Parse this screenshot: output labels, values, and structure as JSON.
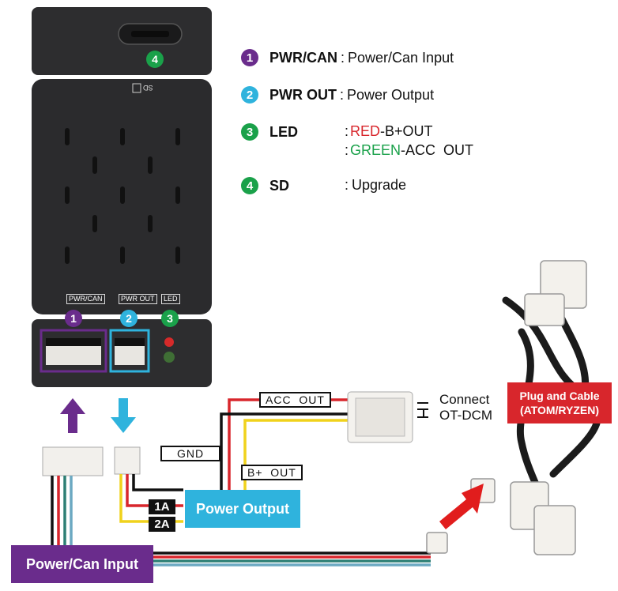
{
  "legend": [
    {
      "num": "1",
      "label": "PWR/CAN",
      "sep": ":",
      "desc": "Power/Can Input",
      "color": "#6a2c8c"
    },
    {
      "num": "2",
      "label": "PWR OUT",
      "sep": ":",
      "desc": "Power Output",
      "color": "#2fb3dd"
    },
    {
      "num": "3",
      "label": "LED",
      "sep": ":",
      "line1_colored": "RED",
      "line1_rest": "-B+OUT",
      "line2_colored": "GREEN",
      "line2_rest": "-ACC  OUT",
      "color": "#1aa14a"
    },
    {
      "num": "4",
      "label": "SD",
      "sep": ":",
      "desc": "Upgrade",
      "color": "#1aa14a"
    }
  ],
  "device": {
    "sd_marking": "SD",
    "sd_badge": "4",
    "ports": {
      "pwr_can": "PWR/CAN",
      "pwr_out": "PWR OUT",
      "led": "LED"
    },
    "port_badges": [
      "1",
      "2",
      "3"
    ]
  },
  "wiring": {
    "acc_out": "ACC  OUT",
    "gnd": "GND",
    "b_plus_out": "B+  OUT",
    "amp_1a": "1A",
    "amp_2a": "2A",
    "power_output": "Power Output",
    "power_can_input": "Power/Can Input",
    "connect_line1": "Connect",
    "connect_line2": "OT-DCM",
    "plug_line1": "Plug and Cable",
    "plug_line2": "(ATOM/RYZEN)"
  },
  "colors": {
    "purple": "#6a2c8c",
    "cyan": "#2fb3dd",
    "green": "#1aa14a",
    "red": "#d8262c",
    "device": "#2b2b2d"
  }
}
